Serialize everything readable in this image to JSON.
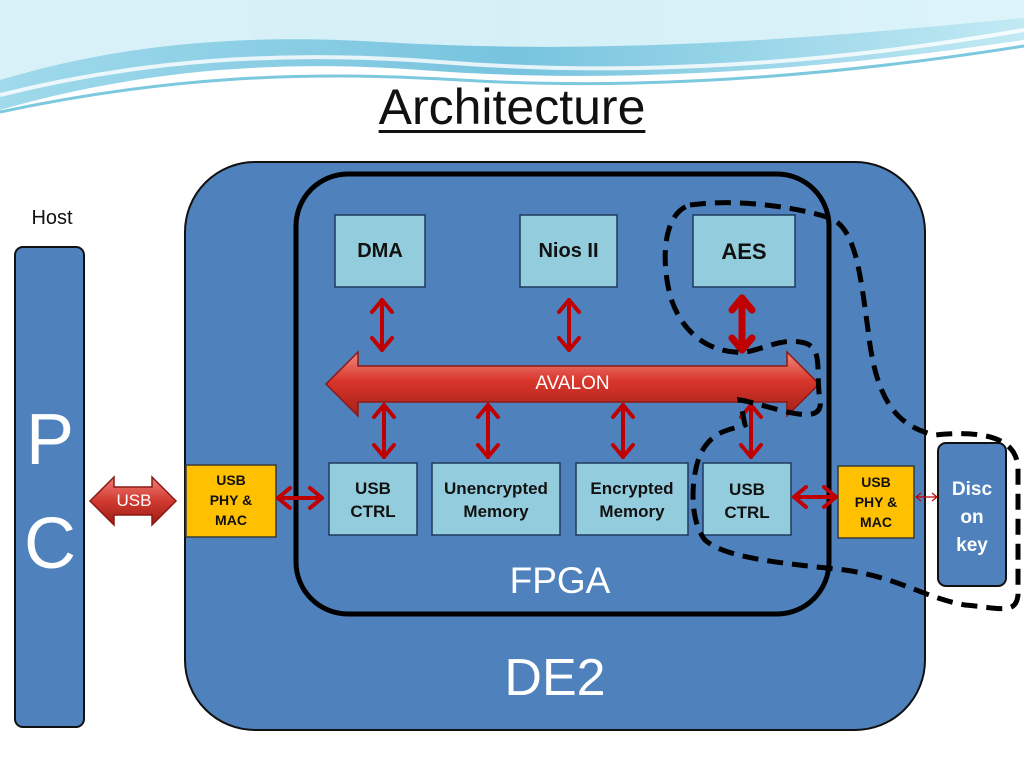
{
  "title": "Architecture",
  "host_label": "Host",
  "pc_letters": [
    "P",
    "C"
  ],
  "usb_arrow_label": "USB",
  "left_phy_lines": [
    "USB",
    "PHY &",
    "MAC"
  ],
  "right_phy_lines": [
    "USB",
    "PHY &",
    "MAC"
  ],
  "de2_label": "DE2",
  "fpga_label": "FPGA",
  "modules": {
    "dma": "DMA",
    "nios": "Nios II",
    "aes": "AES"
  },
  "bus_label": "AVALON",
  "bottom_modules": {
    "usb_ctrl_left": [
      "USB",
      "CTRL"
    ],
    "unencrypted": [
      "Unencrypted",
      "Memory"
    ],
    "encrypted": [
      "Encrypted",
      "Memory"
    ],
    "usb_ctrl_right": [
      "USB",
      "CTRL"
    ]
  },
  "disc_key_lines": [
    "Disc",
    "on",
    "key"
  ],
  "colors": {
    "board_blue": "#4f81bd",
    "module_light_blue": "#93cddd",
    "phy_orange": "#ffc000",
    "arrow_red": "#c00000",
    "bus_red": "#d9362c"
  }
}
